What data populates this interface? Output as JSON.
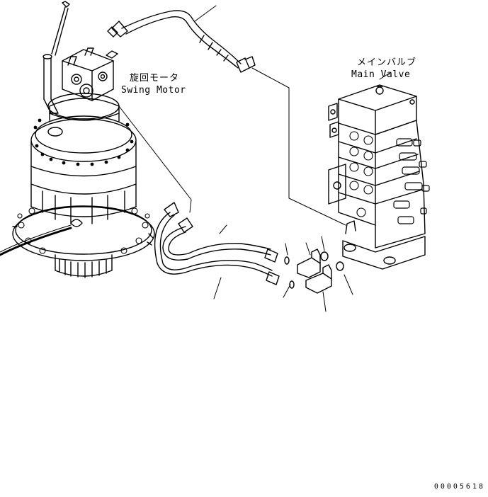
{
  "labels": {
    "swing_motor_jp": "旋回モータ",
    "swing_motor_en": "Swing Motor",
    "main_valve_jp": "メインバルブ",
    "main_valve_en": "Main Valve"
  },
  "document_number": "00005618"
}
